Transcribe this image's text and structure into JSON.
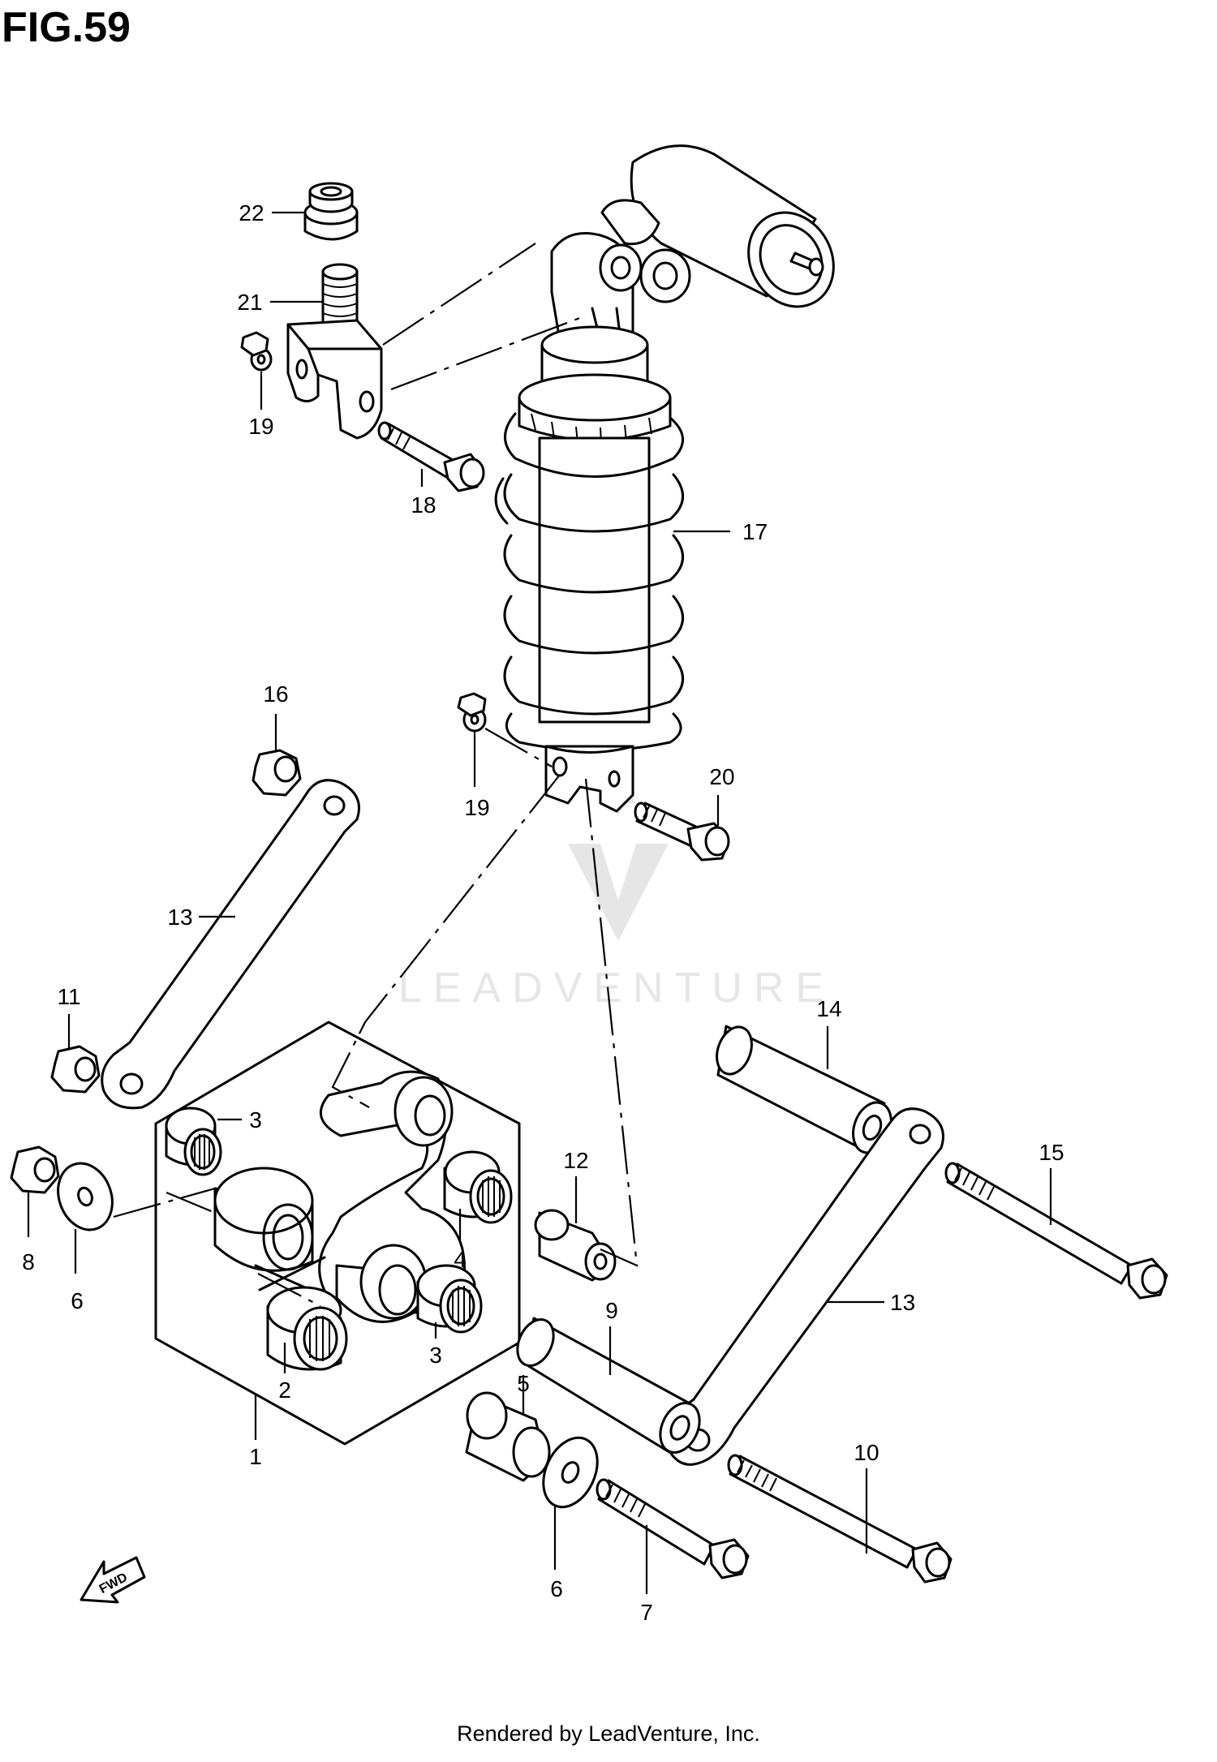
{
  "figure": {
    "title": "FIG.59"
  },
  "footer": {
    "text": "Rendered by LeadVenture, Inc."
  },
  "watermark": {
    "text": "LEADVENTURE"
  },
  "fwd_arrow": {
    "label": "FWD"
  },
  "callouts": {
    "c1": "1",
    "c2": "2",
    "c3a": "3",
    "c3b": "3",
    "c4": "4",
    "c5": "5",
    "c6a": "6",
    "c6b": "6",
    "c7": "7",
    "c8": "8",
    "c9": "9",
    "c10": "10",
    "c11": "11",
    "c12": "12",
    "c13a": "13",
    "c13b": "13",
    "c14": "14",
    "c15": "15",
    "c16": "16",
    "c17": "17",
    "c18": "18",
    "c19a": "19",
    "c19b": "19",
    "c20": "20",
    "c21": "21",
    "c22": "22"
  },
  "colors": {
    "line": "#000000",
    "background": "#ffffff",
    "watermark": "#e6e6e6"
  }
}
